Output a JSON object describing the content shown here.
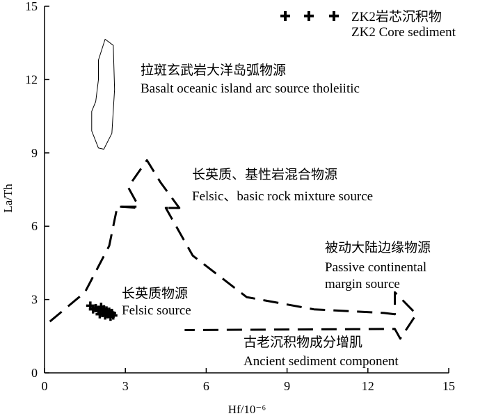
{
  "chart_data": {
    "type": "scatter",
    "title": "",
    "xlabel": "Hf/10⁻⁶",
    "ylabel": "La/Th",
    "xlim": [
      0,
      15
    ],
    "ylim": [
      0,
      15
    ],
    "xticks": [
      "0",
      "3",
      "6",
      "9",
      "12",
      "15"
    ],
    "yticks": [
      "0",
      "3",
      "6",
      "9",
      "12",
      "15"
    ],
    "grid": false,
    "legend_position": "top-right",
    "series": [
      {
        "name": "ZK2岩芯沉积物",
        "name_en": "ZK2 Core sediment",
        "marker": "plus",
        "points": [
          [
            1.7,
            2.75
          ],
          [
            1.9,
            2.65
          ],
          [
            2.0,
            2.55
          ],
          [
            2.1,
            2.7
          ],
          [
            2.15,
            2.45
          ],
          [
            2.2,
            2.6
          ],
          [
            2.25,
            2.35
          ],
          [
            2.3,
            2.55
          ],
          [
            2.35,
            2.4
          ],
          [
            2.4,
            2.5
          ],
          [
            2.45,
            2.3
          ],
          [
            2.5,
            2.45
          ],
          [
            2.55,
            2.35
          ],
          [
            1.8,
            2.6
          ],
          [
            2.05,
            2.4
          ]
        ]
      }
    ],
    "regions": [
      {
        "label_cn": "拉斑玄武岩大洋岛弧物源",
        "label_en": "Basalt oceanic island arc source tholeiitic",
        "style": "solid",
        "outline": [
          [
            2.25,
            13.65
          ],
          [
            2.55,
            13.4
          ],
          [
            2.6,
            11.6
          ],
          [
            2.5,
            9.8
          ],
          [
            2.2,
            9.15
          ],
          [
            2.0,
            9.2
          ],
          [
            1.75,
            9.9
          ],
          [
            1.75,
            10.7
          ],
          [
            1.9,
            11.1
          ],
          [
            2.0,
            12.0
          ],
          [
            2.0,
            12.8
          ],
          [
            2.25,
            13.65
          ]
        ]
      },
      {
        "label_cn": "长英质、基性岩混合物源",
        "label_en": "Felsic、basic rock mixture source",
        "style": "dashed"
      },
      {
        "label_cn": "长英质物源",
        "label_en": "Felsic source",
        "style": "dashed"
      },
      {
        "label_cn": "被动大陆边缘物源",
        "label_en_lines": [
          "Passive continental",
          "margin source"
        ],
        "style": "dashed"
      },
      {
        "label_cn": "古老沉积物成分增肌",
        "label_en": "Ancient sediment component",
        "style": "dashed"
      }
    ],
    "dashed_paths": [
      [
        [
          0.2,
          2.1
        ],
        [
          1.5,
          3.3
        ],
        [
          2.4,
          5.2
        ],
        [
          2.7,
          6.8
        ],
        [
          3.5,
          6.8
        ],
        [
          3.1,
          7.6
        ],
        [
          3.8,
          8.7
        ],
        [
          4.3,
          7.8
        ],
        [
          5.0,
          6.75
        ],
        [
          4.5,
          6.75
        ],
        [
          5.5,
          4.8
        ],
        [
          7.5,
          3.1
        ],
        [
          10.0,
          2.6
        ],
        [
          12.6,
          2.45
        ],
        [
          13.0,
          2.4
        ],
        [
          13.0,
          3.3
        ],
        [
          13.8,
          2.4
        ],
        [
          13.2,
          1.4
        ],
        [
          13.0,
          1.8
        ],
        [
          5.2,
          1.75
        ]
      ],
      [
        [
          2.8,
          6.8
        ],
        [
          3.5,
          6.75
        ]
      ],
      [
        [
          4.6,
          6.75
        ],
        [
          5.0,
          6.75
        ]
      ]
    ]
  },
  "axes": {
    "x_title": "Hf/10⁻⁶",
    "y_title": "La/Th"
  },
  "labels": {
    "basalt_cn": "拉斑玄武岩大洋岛弧物源",
    "basalt_en": "Basalt oceanic island arc source tholeiitic",
    "mixture_cn": "长英质、基性岩混合物源",
    "mixture_en": "Felsic、basic rock mixture source",
    "felsic_cn": "长英质物源",
    "felsic_en": "Felsic source",
    "passive_cn": "被动大陆边缘物源",
    "passive_en_1": "Passive continental",
    "passive_en_2": "margin source",
    "ancient_cn": "古老沉积物成分增肌",
    "ancient_en": "Ancient sediment component"
  },
  "legend": {
    "label_cn": "ZK2岩芯沉积物",
    "label_en": "ZK2 Core sediment"
  },
  "colors": {
    "ink": "#000000",
    "background": "#ffffff"
  }
}
